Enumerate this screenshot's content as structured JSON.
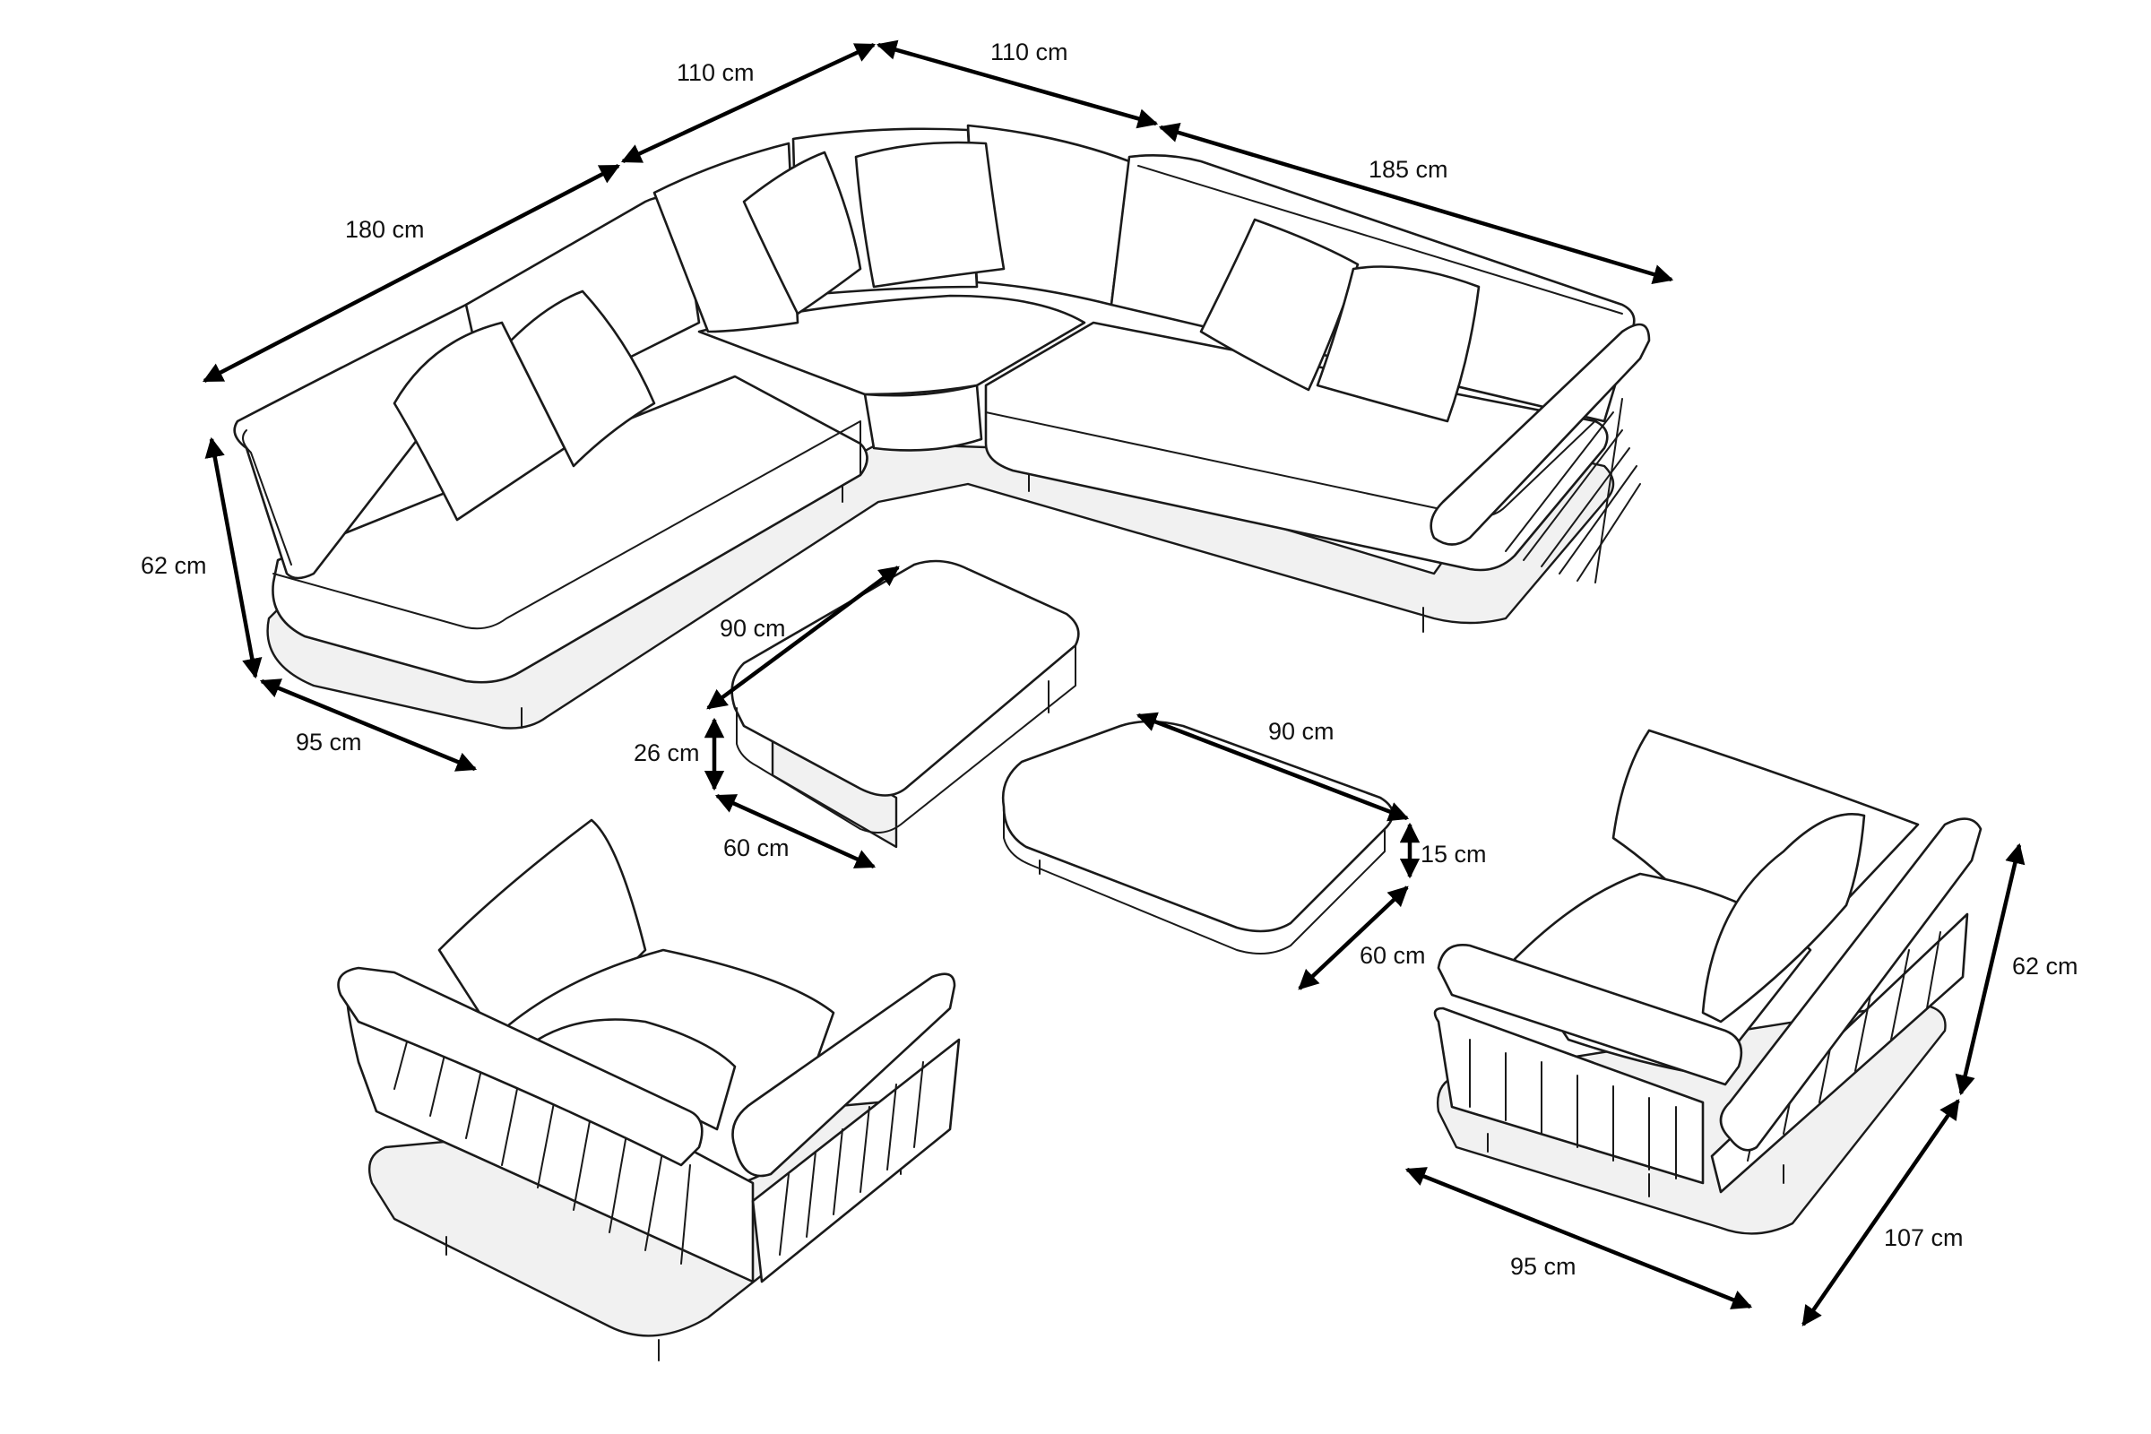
{
  "dimensions": {
    "sectional_left_back": "180 cm",
    "sectional_corner_left": "110 cm",
    "sectional_corner_right": "110 cm",
    "sectional_right_back": "185 cm",
    "sectional_height": "62 cm",
    "sectional_depth": "95 cm",
    "tall_table_length": "90 cm",
    "tall_table_height": "26 cm",
    "tall_table_width": "60 cm",
    "low_table_length": "90 cm",
    "low_table_height": "15 cm",
    "low_table_width": "60 cm",
    "right_chair_height": "62 cm",
    "right_chair_width": "95 cm",
    "right_chair_depth": "107 cm"
  },
  "colors": {
    "line": "#1a1a1a",
    "arrow": "#000000",
    "background": "#ffffff"
  }
}
